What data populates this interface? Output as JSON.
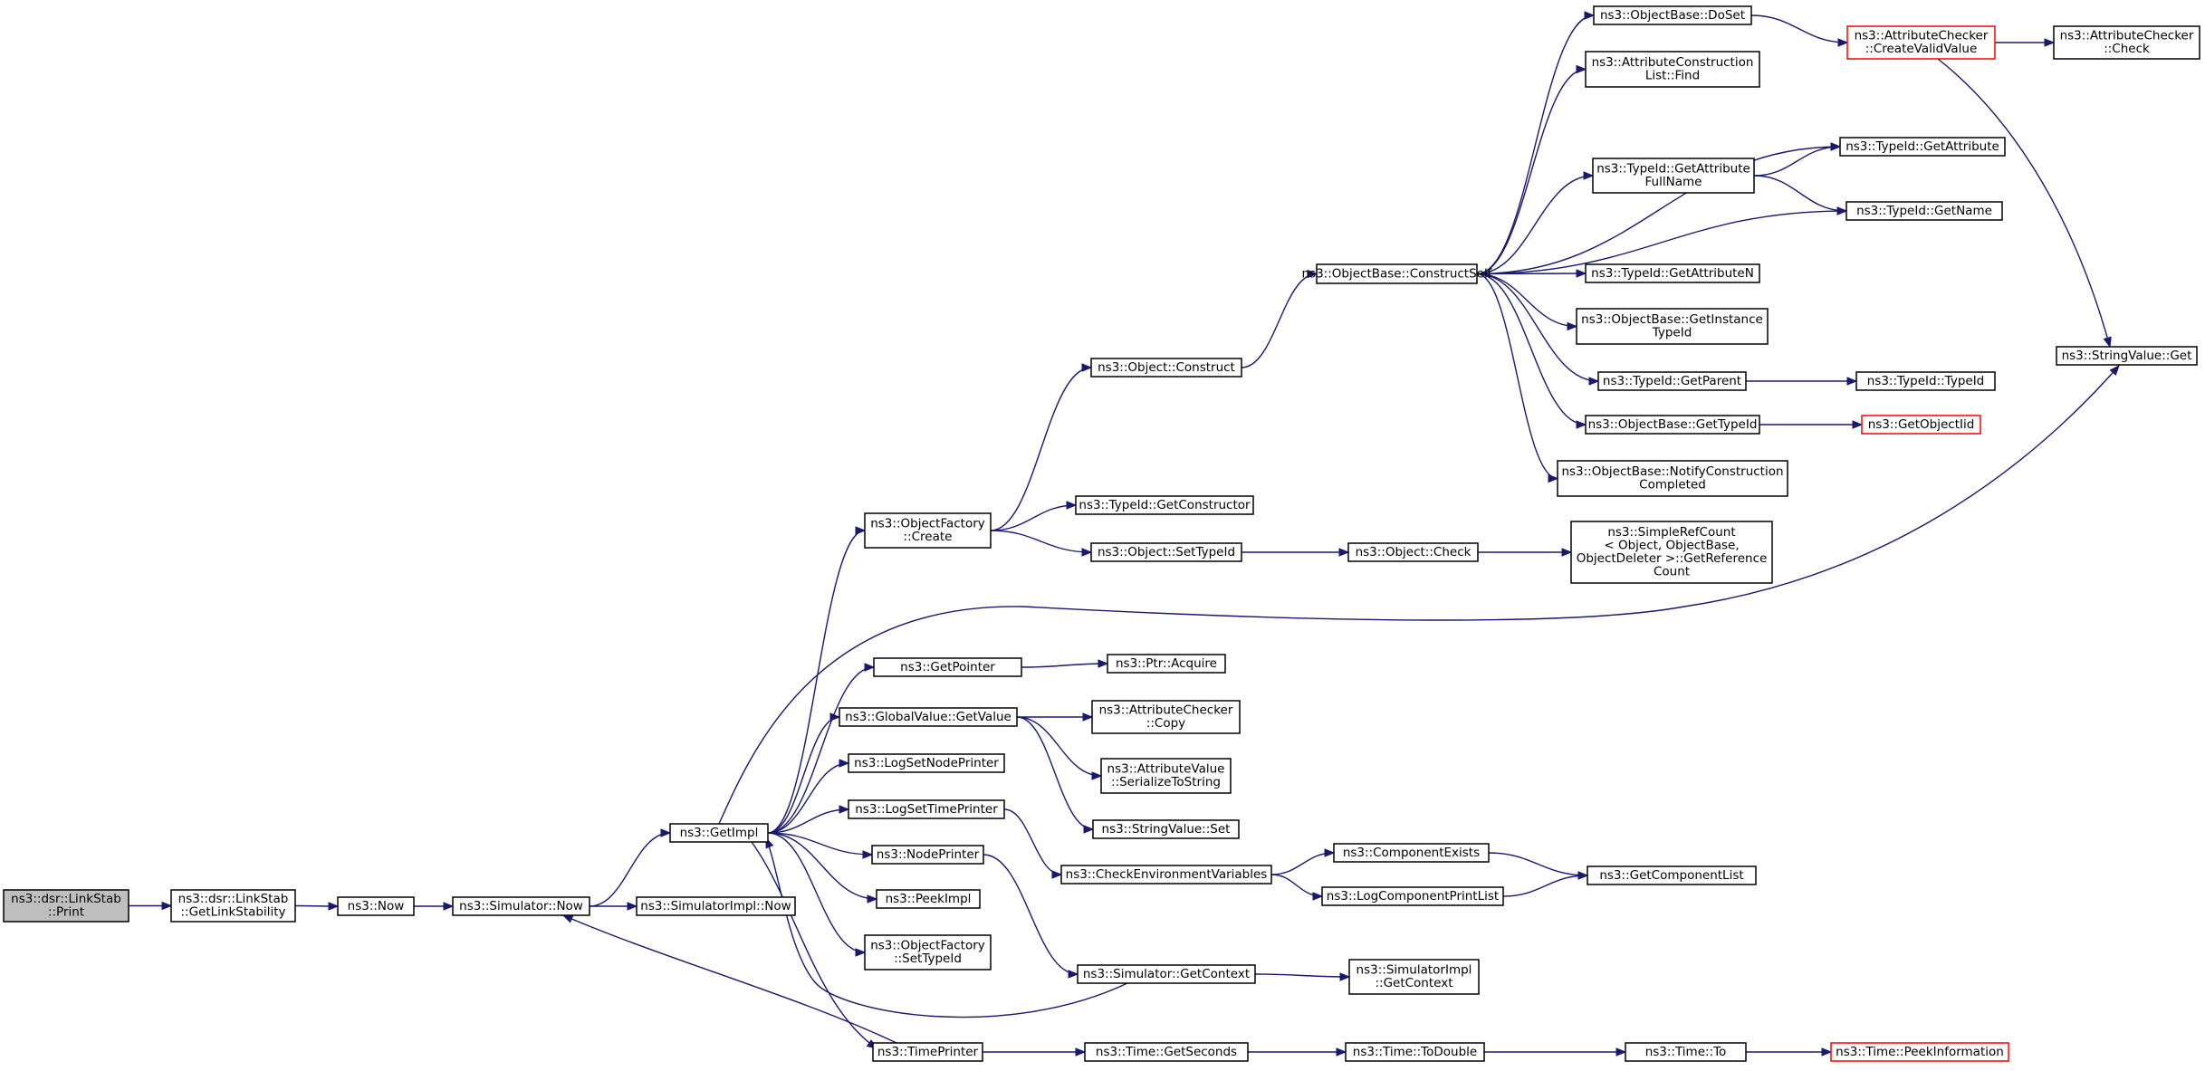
{
  "theme": {
    "edge_color": "#191970",
    "node_border": "#000000",
    "root_fill": "#bfbfbf",
    "truncated_border": "#ff0000"
  },
  "nodes": [
    {
      "id": "print",
      "lines": [
        "ns3::dsr::LinkStab",
        "::Print"
      ],
      "style": "root"
    },
    {
      "id": "getlinkstab",
      "lines": [
        "ns3::dsr::LinkStab",
        "::GetLinkStability"
      ]
    },
    {
      "id": "now",
      "lines": [
        "ns3::Now"
      ]
    },
    {
      "id": "simnow",
      "lines": [
        "ns3::Simulator::Now"
      ]
    },
    {
      "id": "simimplnow",
      "lines": [
        "ns3::SimulatorImpl::Now"
      ]
    },
    {
      "id": "getimpl",
      "lines": [
        "ns3::GetImpl"
      ]
    },
    {
      "id": "objfactcreate",
      "lines": [
        "ns3::ObjectFactory",
        "::Create"
      ]
    },
    {
      "id": "objconstruct",
      "lines": [
        "ns3::Object::Construct"
      ]
    },
    {
      "id": "constructself",
      "lines": [
        "ns3::ObjectBase::ConstructSelf"
      ]
    },
    {
      "id": "doset",
      "lines": [
        "ns3::ObjectBase::DoSet"
      ]
    },
    {
      "id": "createvalid",
      "lines": [
        "ns3::AttributeChecker",
        "::CreateValidValue"
      ],
      "style": "trunc"
    },
    {
      "id": "checkercheck",
      "lines": [
        "ns3::AttributeChecker",
        "::Check"
      ]
    },
    {
      "id": "attrfind",
      "lines": [
        "ns3::AttributeConstruction",
        "List::Find"
      ]
    },
    {
      "id": "getattr",
      "lines": [
        "ns3::TypeId::GetAttribute"
      ]
    },
    {
      "id": "getattrfull",
      "lines": [
        "ns3::TypeId::GetAttribute",
        "FullName"
      ]
    },
    {
      "id": "getname",
      "lines": [
        "ns3::TypeId::GetName"
      ]
    },
    {
      "id": "getattrn",
      "lines": [
        "ns3::TypeId::GetAttributeN"
      ]
    },
    {
      "id": "getinstance",
      "lines": [
        "ns3::ObjectBase::GetInstance",
        "TypeId"
      ]
    },
    {
      "id": "getparent",
      "lines": [
        "ns3::TypeId::GetParent"
      ]
    },
    {
      "id": "typeidtypeid",
      "lines": [
        "ns3::TypeId::TypeId"
      ]
    },
    {
      "id": "gettypeid",
      "lines": [
        "ns3::ObjectBase::GetTypeId"
      ]
    },
    {
      "id": "getobjectiid",
      "lines": [
        "ns3::GetObjectIid"
      ],
      "style": "trunc"
    },
    {
      "id": "notifyconst",
      "lines": [
        "ns3::ObjectBase::NotifyConstruction",
        "Completed"
      ]
    },
    {
      "id": "stringget",
      "lines": [
        "ns3::StringValue::Get"
      ]
    },
    {
      "id": "getconstructor",
      "lines": [
        "ns3::TypeId::GetConstructor"
      ]
    },
    {
      "id": "settypeid",
      "lines": [
        "ns3::Object::SetTypeId"
      ]
    },
    {
      "id": "objcheck",
      "lines": [
        "ns3::Object::Check"
      ]
    },
    {
      "id": "simplerefcount",
      "lines": [
        "ns3::SimpleRefCount",
        "< Object, ObjectBase,",
        "ObjectDeleter >::GetReference",
        "Count"
      ]
    },
    {
      "id": "getpointer",
      "lines": [
        "ns3::GetPointer"
      ]
    },
    {
      "id": "ptracquire",
      "lines": [
        "ns3::Ptr::Acquire"
      ]
    },
    {
      "id": "globalgetvalue",
      "lines": [
        "ns3::GlobalValue::GetValue"
      ]
    },
    {
      "id": "checkercopy",
      "lines": [
        "ns3::AttributeChecker",
        "::Copy"
      ]
    },
    {
      "id": "serialize",
      "lines": [
        "ns3::AttributeValue",
        "::SerializeToString"
      ]
    },
    {
      "id": "stringset",
      "lines": [
        "ns3::StringValue::Set"
      ]
    },
    {
      "id": "lognodeprinter",
      "lines": [
        "ns3::LogSetNodePrinter"
      ]
    },
    {
      "id": "logtimeprinter",
      "lines": [
        "ns3::LogSetTimePrinter"
      ]
    },
    {
      "id": "checkenv",
      "lines": [
        "ns3::CheckEnvironmentVariables"
      ]
    },
    {
      "id": "compexists",
      "lines": [
        "ns3::ComponentExists"
      ]
    },
    {
      "id": "logcompprint",
      "lines": [
        "ns3::LogComponentPrintList"
      ]
    },
    {
      "id": "getcomplist",
      "lines": [
        "ns3::GetComponentList"
      ]
    },
    {
      "id": "nodeprinter",
      "lines": [
        "ns3::NodePrinter"
      ]
    },
    {
      "id": "peekimpl",
      "lines": [
        "ns3::PeekImpl"
      ]
    },
    {
      "id": "objfactsettypeid",
      "lines": [
        "ns3::ObjectFactory",
        "::SetTypeId"
      ]
    },
    {
      "id": "simgetcontext",
      "lines": [
        "ns3::Simulator::GetContext"
      ]
    },
    {
      "id": "simimplgetcontext",
      "lines": [
        "ns3::SimulatorImpl",
        "::GetContext"
      ]
    },
    {
      "id": "timeprinter",
      "lines": [
        "ns3::TimePrinter"
      ]
    },
    {
      "id": "getseconds",
      "lines": [
        "ns3::Time::GetSeconds"
      ]
    },
    {
      "id": "todouble",
      "lines": [
        "ns3::Time::ToDouble"
      ]
    },
    {
      "id": "timeto",
      "lines": [
        "ns3::Time::To"
      ]
    },
    {
      "id": "peekinfo",
      "lines": [
        "ns3::Time::PeekInformation"
      ],
      "style": "trunc"
    }
  ],
  "edges": [
    [
      "print",
      "getlinkstab"
    ],
    [
      "getlinkstab",
      "now"
    ],
    [
      "now",
      "simnow"
    ],
    [
      "simnow",
      "getimpl"
    ],
    [
      "simnow",
      "simimplnow"
    ],
    [
      "getimpl",
      "objfactcreate"
    ],
    [
      "getimpl",
      "stringget"
    ],
    [
      "getimpl",
      "getpointer"
    ],
    [
      "getimpl",
      "globalgetvalue"
    ],
    [
      "getimpl",
      "lognodeprinter"
    ],
    [
      "getimpl",
      "logtimeprinter"
    ],
    [
      "getimpl",
      "nodeprinter"
    ],
    [
      "getimpl",
      "peekimpl"
    ],
    [
      "getimpl",
      "objfactsettypeid"
    ],
    [
      "getimpl",
      "timeprinter"
    ],
    [
      "objfactcreate",
      "objconstruct"
    ],
    [
      "objfactcreate",
      "getconstructor"
    ],
    [
      "objfactcreate",
      "settypeid"
    ],
    [
      "objconstruct",
      "constructself"
    ],
    [
      "constructself",
      "doset"
    ],
    [
      "constructself",
      "attrfind"
    ],
    [
      "constructself",
      "getattr"
    ],
    [
      "constructself",
      "getattrfull"
    ],
    [
      "constructself",
      "getname"
    ],
    [
      "constructself",
      "getattrn"
    ],
    [
      "constructself",
      "getinstance"
    ],
    [
      "constructself",
      "getparent"
    ],
    [
      "constructself",
      "gettypeid"
    ],
    [
      "constructself",
      "notifyconst"
    ],
    [
      "doset",
      "createvalid"
    ],
    [
      "createvalid",
      "checkercheck"
    ],
    [
      "createvalid",
      "stringget"
    ],
    [
      "getattrfull",
      "getattr"
    ],
    [
      "getattrfull",
      "getname"
    ],
    [
      "getparent",
      "typeidtypeid"
    ],
    [
      "gettypeid",
      "getobjectiid"
    ],
    [
      "settypeid",
      "objcheck"
    ],
    [
      "objcheck",
      "simplerefcount"
    ],
    [
      "getpointer",
      "ptracquire"
    ],
    [
      "globalgetvalue",
      "checkercopy"
    ],
    [
      "globalgetvalue",
      "serialize"
    ],
    [
      "globalgetvalue",
      "stringset"
    ],
    [
      "logtimeprinter",
      "checkenv"
    ],
    [
      "checkenv",
      "compexists"
    ],
    [
      "checkenv",
      "logcompprint"
    ],
    [
      "compexists",
      "getcomplist"
    ],
    [
      "logcompprint",
      "getcomplist"
    ],
    [
      "nodeprinter",
      "simgetcontext"
    ],
    [
      "simgetcontext",
      "getimpl"
    ],
    [
      "simgetcontext",
      "simimplgetcontext"
    ],
    [
      "timeprinter",
      "simnow"
    ],
    [
      "timeprinter",
      "getseconds"
    ],
    [
      "getseconds",
      "todouble"
    ],
    [
      "todouble",
      "timeto"
    ],
    [
      "timeto",
      "peekinfo"
    ]
  ]
}
